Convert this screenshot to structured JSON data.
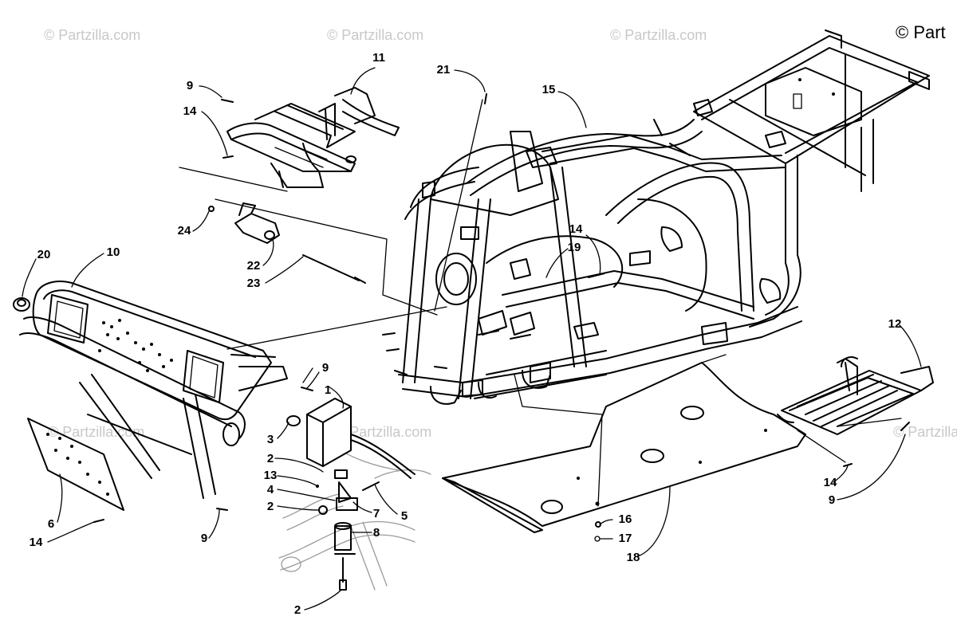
{
  "watermarks": {
    "text": "© Partzilla.com",
    "corner": "© Part"
  },
  "callouts": {
    "c1": "1",
    "c2a": "2",
    "c2b": "2",
    "c2c": "2",
    "c3": "3",
    "c4": "4",
    "c5": "5",
    "c6": "6",
    "c7": "7",
    "c8": "8",
    "c9a": "9",
    "c9b": "9",
    "c9c": "9",
    "c9d": "9",
    "c10": "10",
    "c11": "11",
    "c12": "12",
    "c13": "13",
    "c14a": "14",
    "c14b": "14",
    "c14c": "14",
    "c14d": "14",
    "c15": "15",
    "c16": "16",
    "c17": "17",
    "c18": "18",
    "c19": "19",
    "c20": "20",
    "c21": "21",
    "c22": "22",
    "c23": "23",
    "c24": "24"
  }
}
